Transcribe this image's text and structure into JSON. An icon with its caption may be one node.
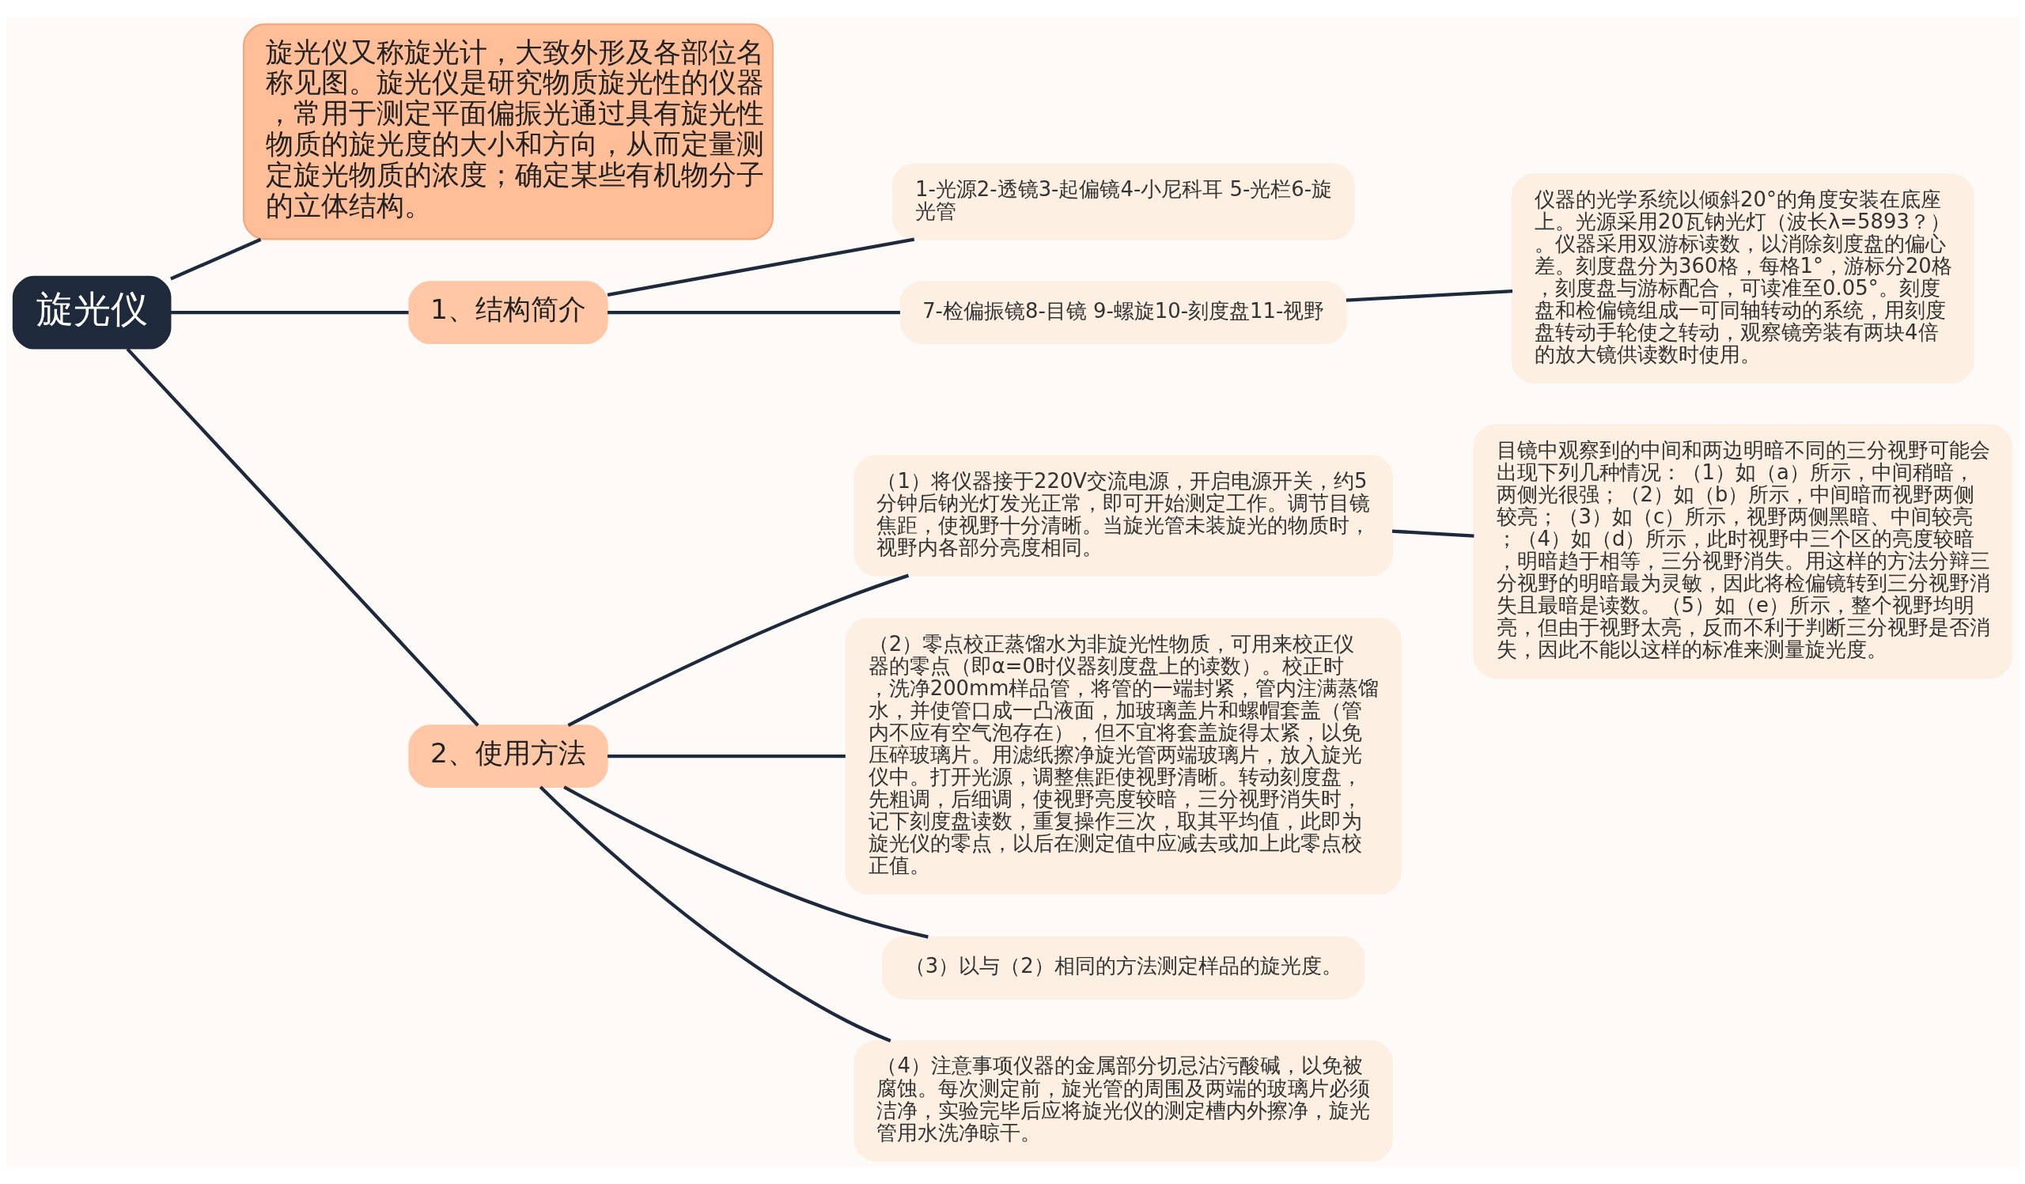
{
  "diagram": {
    "nodes": [
      {
        "text": [
          "旋光仪"
        ]
      },
      {
        "text": [
          "旋光仪又称旋光计，大致外形及各部位名称见图。旋光仪是研究物质旋光性的仪器，常用于测定平面偏振光通过具有旋光性物质的旋光度的大小和方向，从而定量测定旋光物质的浓度；确定某些有机物分子的立体结构。"
        ]
      },
      {
        "text": [
          "1、结构简介"
        ]
      },
      {
        "text": [
          "1-光源2-透镜3-起偏镜4-小尼科耳 5-光栏6-旋光管"
        ]
      },
      {
        "text": [
          "7-检偏振镜8-目镜 9-螺旋10-刻度盘11-视野"
        ]
      },
      {
        "text": [
          "仪器的光学系统以倾斜20°的角度安装在底座上。光源采用20瓦钠光灯（波长λ=5893？）。仪器采用双游标读数，以消除刻度盘的偏心差。刻度盘分为360格，每格1°，游标分20格，刻度盘与游标配合，可读准至0.05°。刻度盘和检偏镜组成一可同轴转动的系统，用刻度盘转动手轮使之转动，观察镜旁装有两块4倍的放大镜供读数时使用。"
        ]
      },
      {
        "text": [
          "2、使用方法"
        ]
      },
      {
        "text": [
          "（1）将仪器接于220V交流电源，开启电源开关，约5分钟后钠光灯发光正常，即可开始测定工作。调节目镜焦距，使视野十分清晰。当旋光管未装旋光的物质时，视野内各部分亮度相同。"
        ]
      },
      {
        "text": [
          "目镜中观察到的中间和两边明暗不同的三分视野可能会出现下列几种情况：（1）如（a）所示，中间稍暗，两侧光很强；（2）如（b）所示，中间暗而视野两侧较亮；（3）如（c）所示，视野两侧黑暗、中间较亮；（4）如（d）所示，此时视野中三个区的亮度较暗，明暗趋于相等，三分视野消失。用这样的方法分辩三分视野的明暗最为灵敏，因此将检偏镜转到三分视野消失且最暗是读数。（5）如（e）所示，整个视野均明亮，但由于视野太亮，反而不利于判断三分视野是否消失，因此不能以这样的标准来测量旋光度。"
        ]
      },
      {
        "text": [
          "（2）零点校正蒸馏水为非旋光性物质，可用来校正仪器的零点（即α=0时仪器刻度盘上的读数）。校正时，洗净200mm样品管，将管的一端封紧，管内注满蒸馏水，并使管口成一凸液面，加玻璃盖片和螺帽套盖（管内不应有空气泡存在），但不宜将套盖旋得太紧，以免压碎玻璃片。用滤纸擦净旋光管两端玻璃片，放入旋光仪中。打开光源，调整焦距使视野清晰。转动刻度盘，先粗调，后细调，使视野亮度较暗，三分视野消失时，记下刻度盘读数，重复操作三次，取其平均值，此即为旋光仪的零点，以后在测定值中应减去或加上此零点校正值。"
        ]
      },
      {
        "text": [
          "（3）以与（2）相同的方法测定样品的旋光度。"
        ]
      },
      {
        "text": [
          "（4）注意事项仪器的金属部分切忌沾污酸碱，以免被腐蚀。每次测定前，旋光管的周围及两端的玻璃片必须洁净，实验完毕后应将旋光仪的测定槽内外擦净，旋光管用水洗净晾干。"
        ]
      }
    ],
    "edges": [
      {
        "from": 0,
        "to": 1,
        "arrow": "none"
      },
      {
        "from": 0,
        "to": 2,
        "arrow": "none"
      },
      {
        "from": 2,
        "to": 3,
        "arrow": "none"
      },
      {
        "from": 2,
        "to": 4,
        "arrow": "none"
      },
      {
        "from": 4,
        "to": 5,
        "arrow": "none"
      },
      {
        "from": 0,
        "to": 6,
        "arrow": "none"
      },
      {
        "from": 6,
        "to": 7,
        "arrow": "none"
      },
      {
        "from": 7,
        "to": 8,
        "arrow": "none"
      },
      {
        "from": 6,
        "to": 9,
        "arrow": "none"
      },
      {
        "from": 6,
        "to": 10,
        "arrow": "none"
      },
      {
        "from": 6,
        "to": 11,
        "arrow": "none"
      }
    ]
  }
}
